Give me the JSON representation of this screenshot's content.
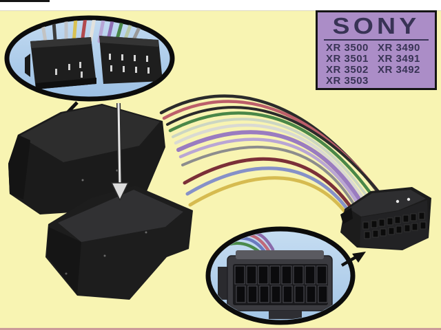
{
  "image_title": "Sony car stereo ISO wiring harness adapter product photo",
  "palette": {
    "background": "#f8f4b2",
    "top_strip": "#ffffff",
    "bottom_edge_line": "#cc9a9a",
    "inset_fill": "#aacae9",
    "inset_outline": "#0c0c0c",
    "connector_black": "#1d1d1d",
    "brand_box_bg": "#ab8dc7",
    "brand_box_border": "#141414",
    "brand_text": "#383355"
  },
  "brand_box": {
    "brand": "SONY",
    "models": [
      "XR 3500",
      "XR 3501",
      "XR 3502",
      "XR 3503",
      "XR 3490",
      "XR 3491",
      "XR 3492"
    ]
  },
  "scene": {
    "insets": [
      {
        "name": "iso-plugs-closeup",
        "shape": "ellipse",
        "subject": "two black ISO connector plugs with pins"
      },
      {
        "name": "sixteen-pin-plug-closeup",
        "shape": "ellipse",
        "subject": "16-pin Sony head-unit connector front view"
      }
    ],
    "wires": [
      {
        "color": "#2b2b2b",
        "width": 4.5
      },
      {
        "color": "#bc5f6a",
        "width": 4.5
      },
      {
        "color": "#2b2b2b",
        "width": 4
      },
      {
        "color": "#4a8748",
        "width": 4.5
      },
      {
        "color": "#ccd6c2",
        "width": 4
      },
      {
        "color": "#dadad2",
        "width": 4.5
      },
      {
        "color": "#9a7cc0",
        "width": 6
      },
      {
        "color": "#b9a6d4",
        "width": 4.5
      },
      {
        "color": "#8d8d8d",
        "width": 4
      },
      {
        "color": "#7b3038",
        "width": 5
      },
      {
        "color": "#8691c8",
        "width": 5
      },
      {
        "color": "#d6bb50",
        "width": 5
      }
    ],
    "inset1_strands": [
      "#c3c3c3",
      "#3c3c3c",
      "#bfc3c9",
      "#d8c152",
      "#b24a4e",
      "#e2e2dd",
      "#b7a6d6",
      "#8f6fb4",
      "#4a8748",
      "#b9c9a8",
      "#9a9a9a"
    ],
    "inset2_strands": [
      "#4a8a4a",
      "#6a7ac0",
      "#c06a7a",
      "#8a6aaa"
    ]
  }
}
